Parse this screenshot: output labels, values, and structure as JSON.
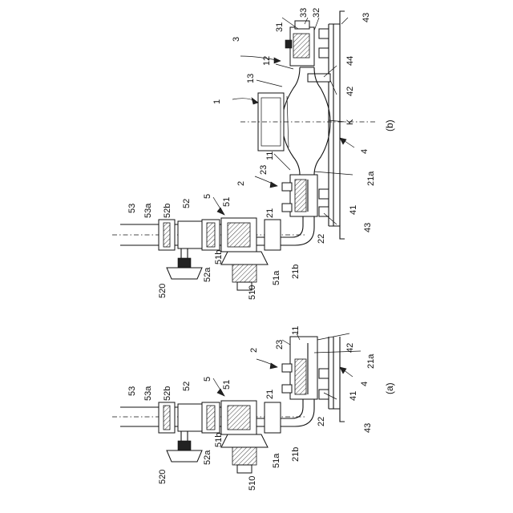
{
  "figures": [
    {
      "id": "b",
      "caption": "(b)",
      "labels": {
        "l33": "33",
        "l31": "31",
        "l32": "32",
        "l43t": "43",
        "l3": "3",
        "l12": "12",
        "l44": "44",
        "l13": "13",
        "l42": "42",
        "l1": "1",
        "lK": "K",
        "l4": "4",
        "l11": "11",
        "l23": "23",
        "l21a": "21a",
        "l2": "2",
        "l53": "53",
        "l53a": "53a",
        "l52b": "52b",
        "l52": "52",
        "l5": "5",
        "l51": "51",
        "l21": "21",
        "l41": "41",
        "l43b": "43",
        "l22": "22",
        "l51b": "51b",
        "l52a": "52a",
        "l21b": "21b",
        "l51a": "51a",
        "l520": "520",
        "l510": "510"
      }
    },
    {
      "id": "a",
      "caption": "(a)",
      "labels": {
        "l11": "11",
        "l23": "23",
        "l42": "42",
        "l2": "2",
        "l21a": "21a",
        "l53": "53",
        "l53a": "53a",
        "l52b": "52b",
        "l52": "52",
        "l5": "5",
        "l51": "51",
        "l21": "21",
        "l4": "4",
        "l41": "41",
        "l22": "22",
        "l43": "43",
        "l51b": "51b",
        "l52a": "52a",
        "l21b": "21b",
        "l51a": "51a",
        "l520": "520",
        "l510": "510"
      }
    }
  ]
}
